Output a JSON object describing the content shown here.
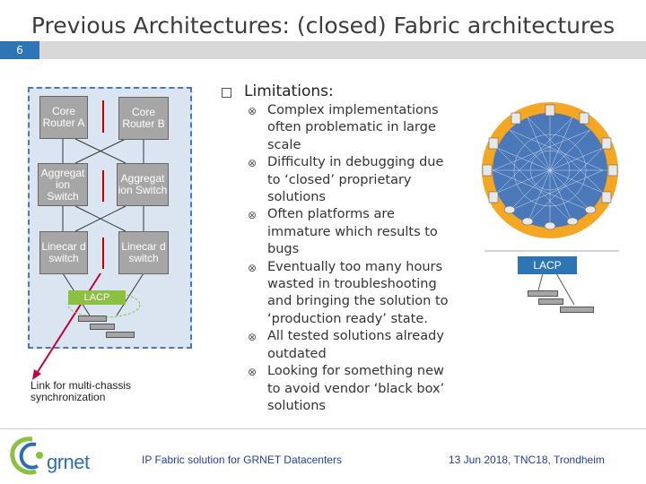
{
  "slide": {
    "title": "Previous Architectures: (closed) Fabric architectures",
    "number": "6"
  },
  "diagram": {
    "nodes": {
      "core_a": "Core Router A",
      "core_b": "Core Router B",
      "agg_a": "Aggregat ion Switch",
      "agg_b": "Aggregat ion Switch",
      "line_a": "Linecar d switch",
      "line_b": "Linecar d switch"
    },
    "lacp_label": "LACP",
    "link_note": "Link for multi-chassis synchronization"
  },
  "limitations": {
    "title": "Limitations:",
    "items": [
      "Complex implementations often problematic in large scale",
      "Difficulty in debugging due to ‘closed’ proprietary solutions",
      "Often platforms are immature which results to bugs",
      "Eventually too many hours wasted in troubleshooting and bringing the solution to ‘production ready’ state.",
      "All tested solutions already outdated",
      "Looking for something new to avoid vendor ‘black box’ solutions"
    ]
  },
  "fabric_figure": {
    "lacp_label": "LACP"
  },
  "footer": {
    "logo_text": "grnet",
    "center": "IP Fabric solution for GRNET Datacenters",
    "right": "13 Jun 2018, TNC18, Trondheim"
  },
  "colors": {
    "accent": "#2e75b6",
    "lacp_green": "#8cc043",
    "footer_text": "#1f3f9a",
    "fabric_orange": "#f5a623"
  },
  "icons": {
    "bullet": "circled-x-icon",
    "checkbox": "square-bullet-icon"
  }
}
